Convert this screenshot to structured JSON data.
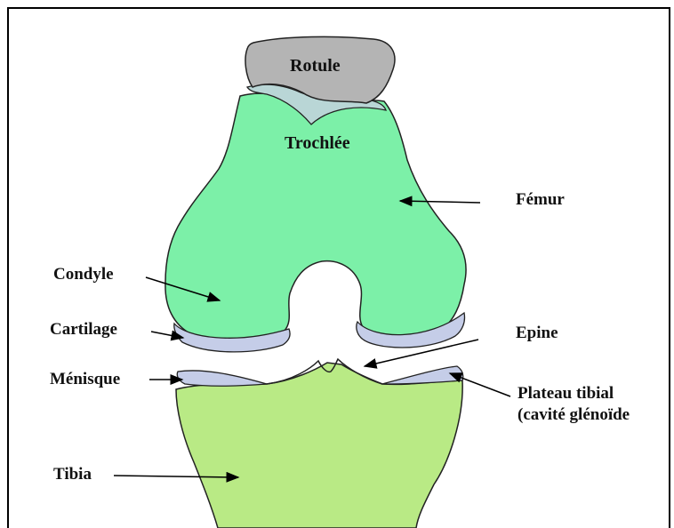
{
  "labels": {
    "rotule": "Rotule",
    "trochlee": "Trochlée",
    "femur": "Fémur",
    "condyle": "Condyle",
    "cartilage": "Cartilage",
    "epine": "Epine",
    "menisque": "Ménisque",
    "plateau_line1": "Plateau tibial",
    "plateau_line2": "(cavité glénoïde",
    "tibia": "Tibia"
  },
  "colors": {
    "femur": "#7cf0a8",
    "tibia": "#b9ea85",
    "rotule": "#b4b4b4",
    "cartilage": "#c5cde8",
    "rotule_cartilage": "#b9d6d6"
  }
}
